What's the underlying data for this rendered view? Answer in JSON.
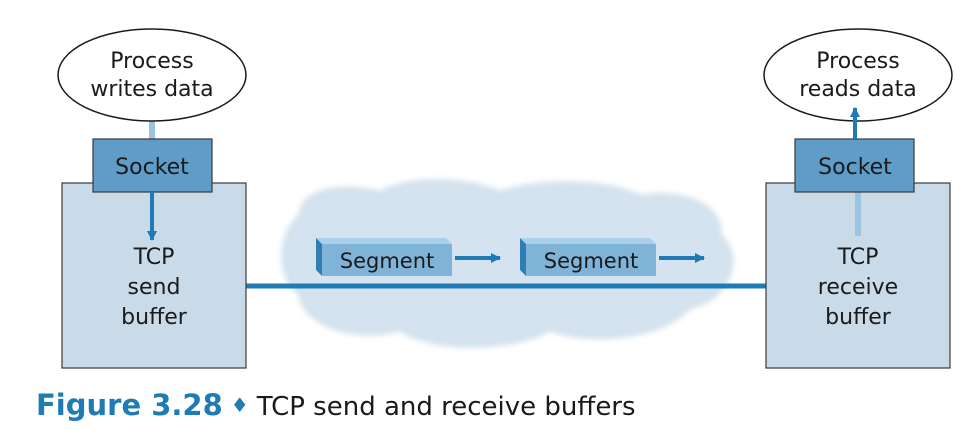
{
  "sender": {
    "process_line1": "Process",
    "process_line2": "writes data",
    "socket": "Socket",
    "buffer_line1": "TCP",
    "buffer_line2": "send",
    "buffer_line3": "buffer"
  },
  "receiver": {
    "process_line1": "Process",
    "process_line2": "reads data",
    "socket": "Socket",
    "buffer_line1": "TCP",
    "buffer_line2": "receive",
    "buffer_line3": "buffer"
  },
  "segments": [
    "Segment",
    "Segment"
  ],
  "caption": {
    "number": "Figure 3.28",
    "separator": "♦",
    "title": "TCP send and receive buffers"
  },
  "colors": {
    "accent": "#1f7bb6",
    "socket_fill": "#5f9cc7",
    "buffer_fill": "#c9dbe9",
    "cloud_fill": "#d4e3ef",
    "segment_fill": "#7fb4d8"
  }
}
